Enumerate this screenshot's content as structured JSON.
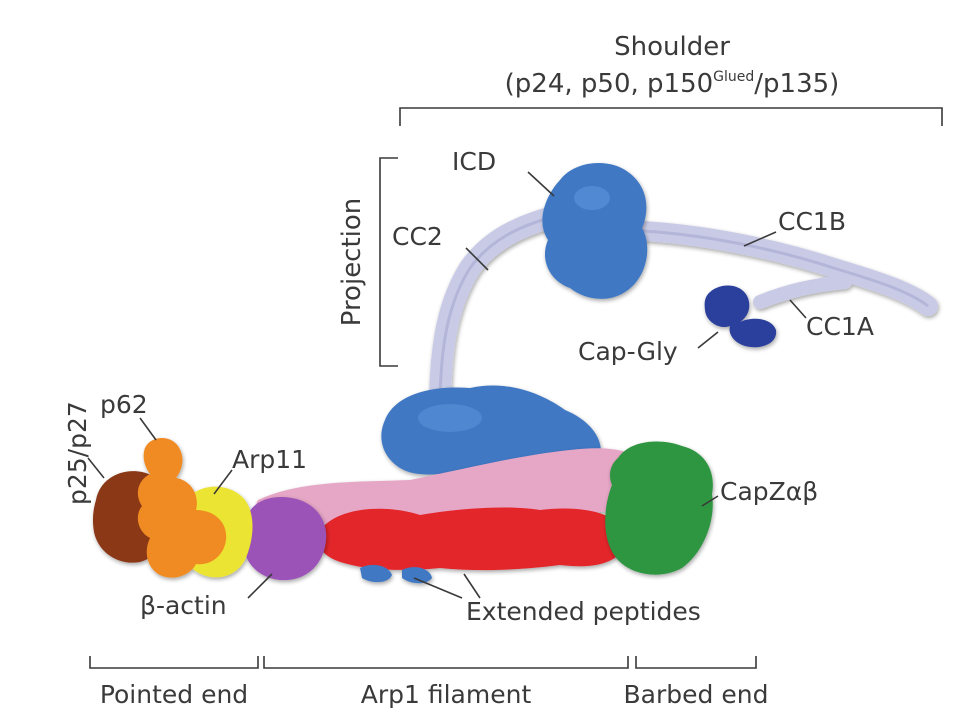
{
  "shoulder": {
    "title": "Shoulder",
    "subtitle_part1": "(p24, p50, p150",
    "subtitle_sup": "Glued",
    "subtitle_part2": "/p135)"
  },
  "labels": {
    "projection": "Projection",
    "icd": "ICD",
    "cc2": "CC2",
    "cc1b": "CC1B",
    "cc1a": "CC1A",
    "capgly": "Cap-Gly",
    "p62": "p62",
    "p25p27": "p25/p27",
    "arp11": "Arp11",
    "capz": "CapZαβ",
    "bactin": "β-actin",
    "extended": "Extended peptides"
  },
  "regions": {
    "pointed_end": "Pointed end",
    "arp1_filament": "Arp1 filament",
    "barbed_end": "Barbed end"
  },
  "colors": {
    "stalk": "#c9cbe6",
    "blue": "#3f78c4",
    "dark_blue": "#2c3f9c",
    "pink": "#e6a6c6",
    "red": "#e3262b",
    "green": "#2d9540",
    "purple": "#9b53b8",
    "yellow": "#ece431",
    "orange": "#f08a24",
    "brown": "#8a3818"
  }
}
